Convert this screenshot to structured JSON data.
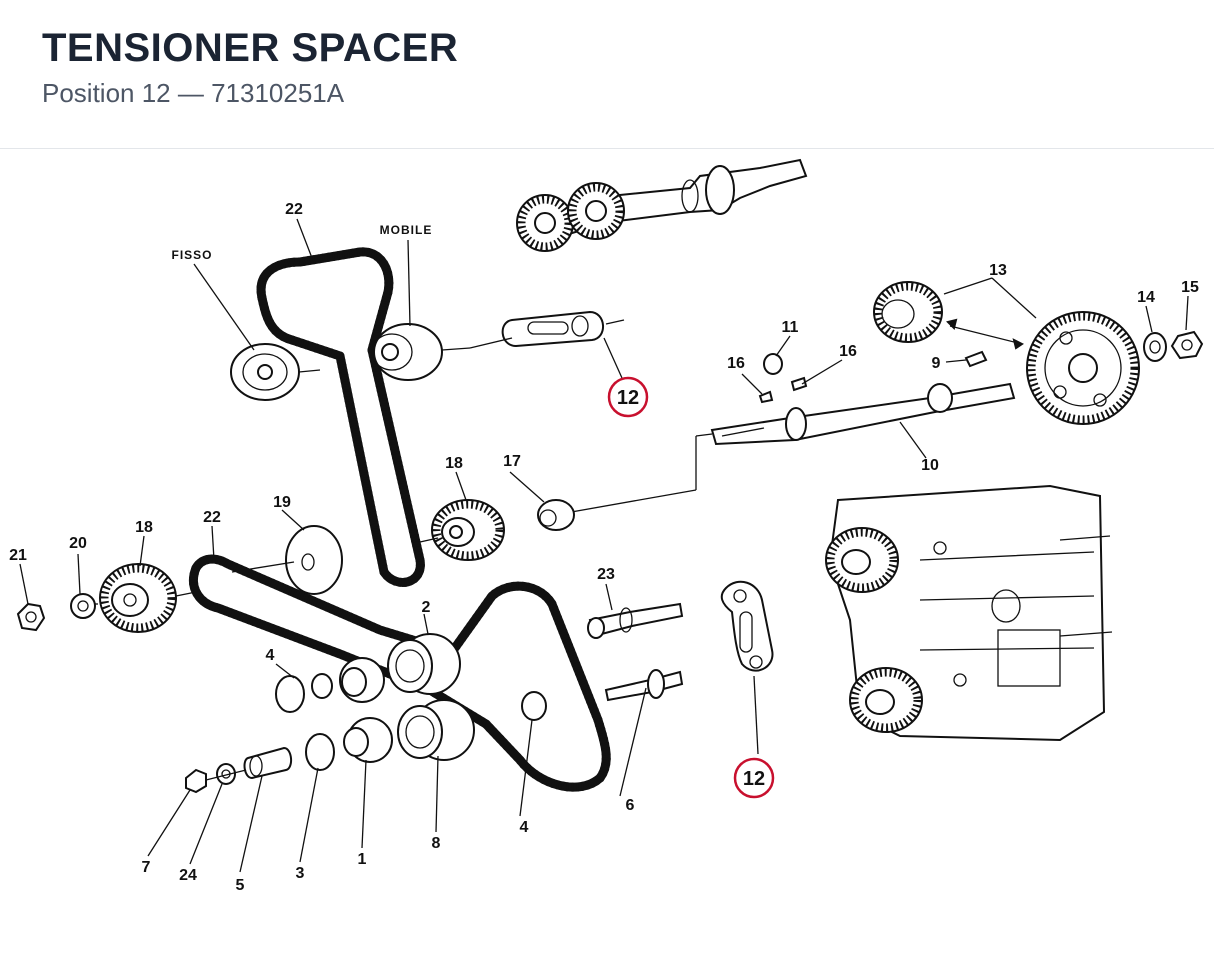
{
  "header": {
    "title": "TENSIONER SPACER",
    "subtitle": "Position 12 — 71310251A"
  },
  "highlight": {
    "color": "#c8102e",
    "label": "12"
  },
  "labels": {
    "l22a": "22",
    "mobile": "MOBILE",
    "fisso": "FISSO",
    "l13": "13",
    "l14": "14",
    "l15": "15",
    "l11": "11",
    "l16a": "16",
    "l16b": "16",
    "l9": "9",
    "l10": "10",
    "l18a": "18",
    "l17": "17",
    "l19": "19",
    "l22b": "22",
    "l18b": "18",
    "l20": "20",
    "l21": "21",
    "l23": "23",
    "l2": "2",
    "l4a": "4",
    "l4b": "4",
    "l6": "6",
    "l8": "8",
    "l1": "1",
    "l3": "3",
    "l5": "5",
    "l24": "24",
    "l7": "7"
  }
}
